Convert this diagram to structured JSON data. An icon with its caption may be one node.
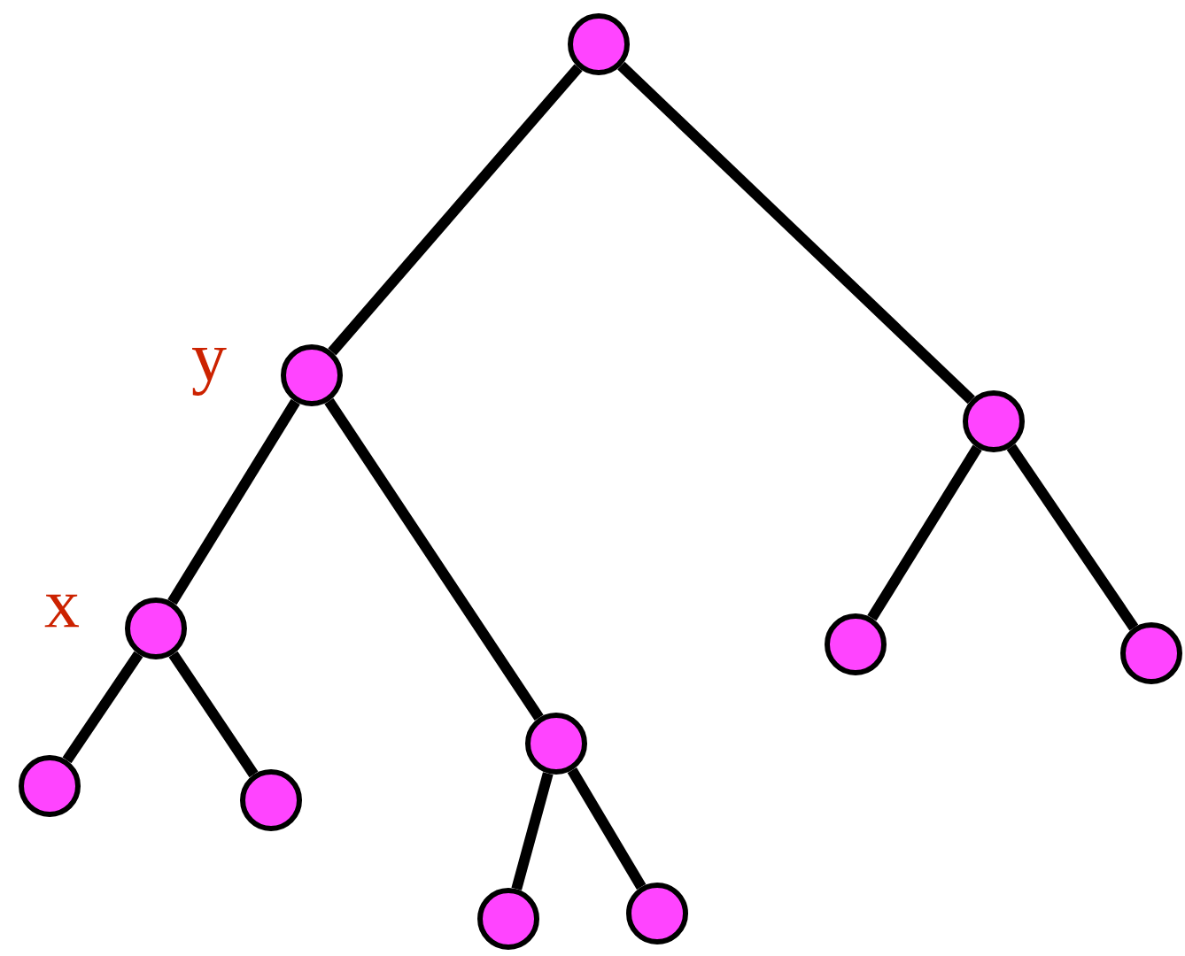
{
  "diagram": {
    "nodes": [
      {
        "text": [],
        "shape": "circle"
      },
      {
        "text": [],
        "shape": "circle",
        "beside": [
          "y"
        ]
      },
      {
        "text": [],
        "shape": "circle"
      },
      {
        "text": [],
        "shape": "circle",
        "beside": [
          "x"
        ]
      },
      {
        "text": [],
        "shape": "circle"
      },
      {
        "text": [],
        "shape": "circle"
      },
      {
        "text": [],
        "shape": "circle"
      },
      {
        "text": [],
        "shape": "circle"
      },
      {
        "text": [],
        "shape": "circle"
      },
      {
        "text": [],
        "shape": "circle"
      },
      {
        "text": [],
        "shape": "circle"
      }
    ],
    "edges": [
      {
        "from": 0,
        "to": 1,
        "arrow": "none"
      },
      {
        "from": 0,
        "to": 2,
        "arrow": "none"
      },
      {
        "from": 1,
        "to": 3,
        "arrow": "none"
      },
      {
        "from": 1,
        "to": 4,
        "arrow": "none"
      },
      {
        "from": 2,
        "to": 5,
        "arrow": "none"
      },
      {
        "from": 2,
        "to": 6,
        "arrow": "none"
      },
      {
        "from": 3,
        "to": 7,
        "arrow": "none"
      },
      {
        "from": 3,
        "to": 8,
        "arrow": "none"
      },
      {
        "from": 4,
        "to": 9,
        "arrow": "none"
      },
      {
        "from": 4,
        "to": 10,
        "arrow": "none"
      }
    ]
  }
}
